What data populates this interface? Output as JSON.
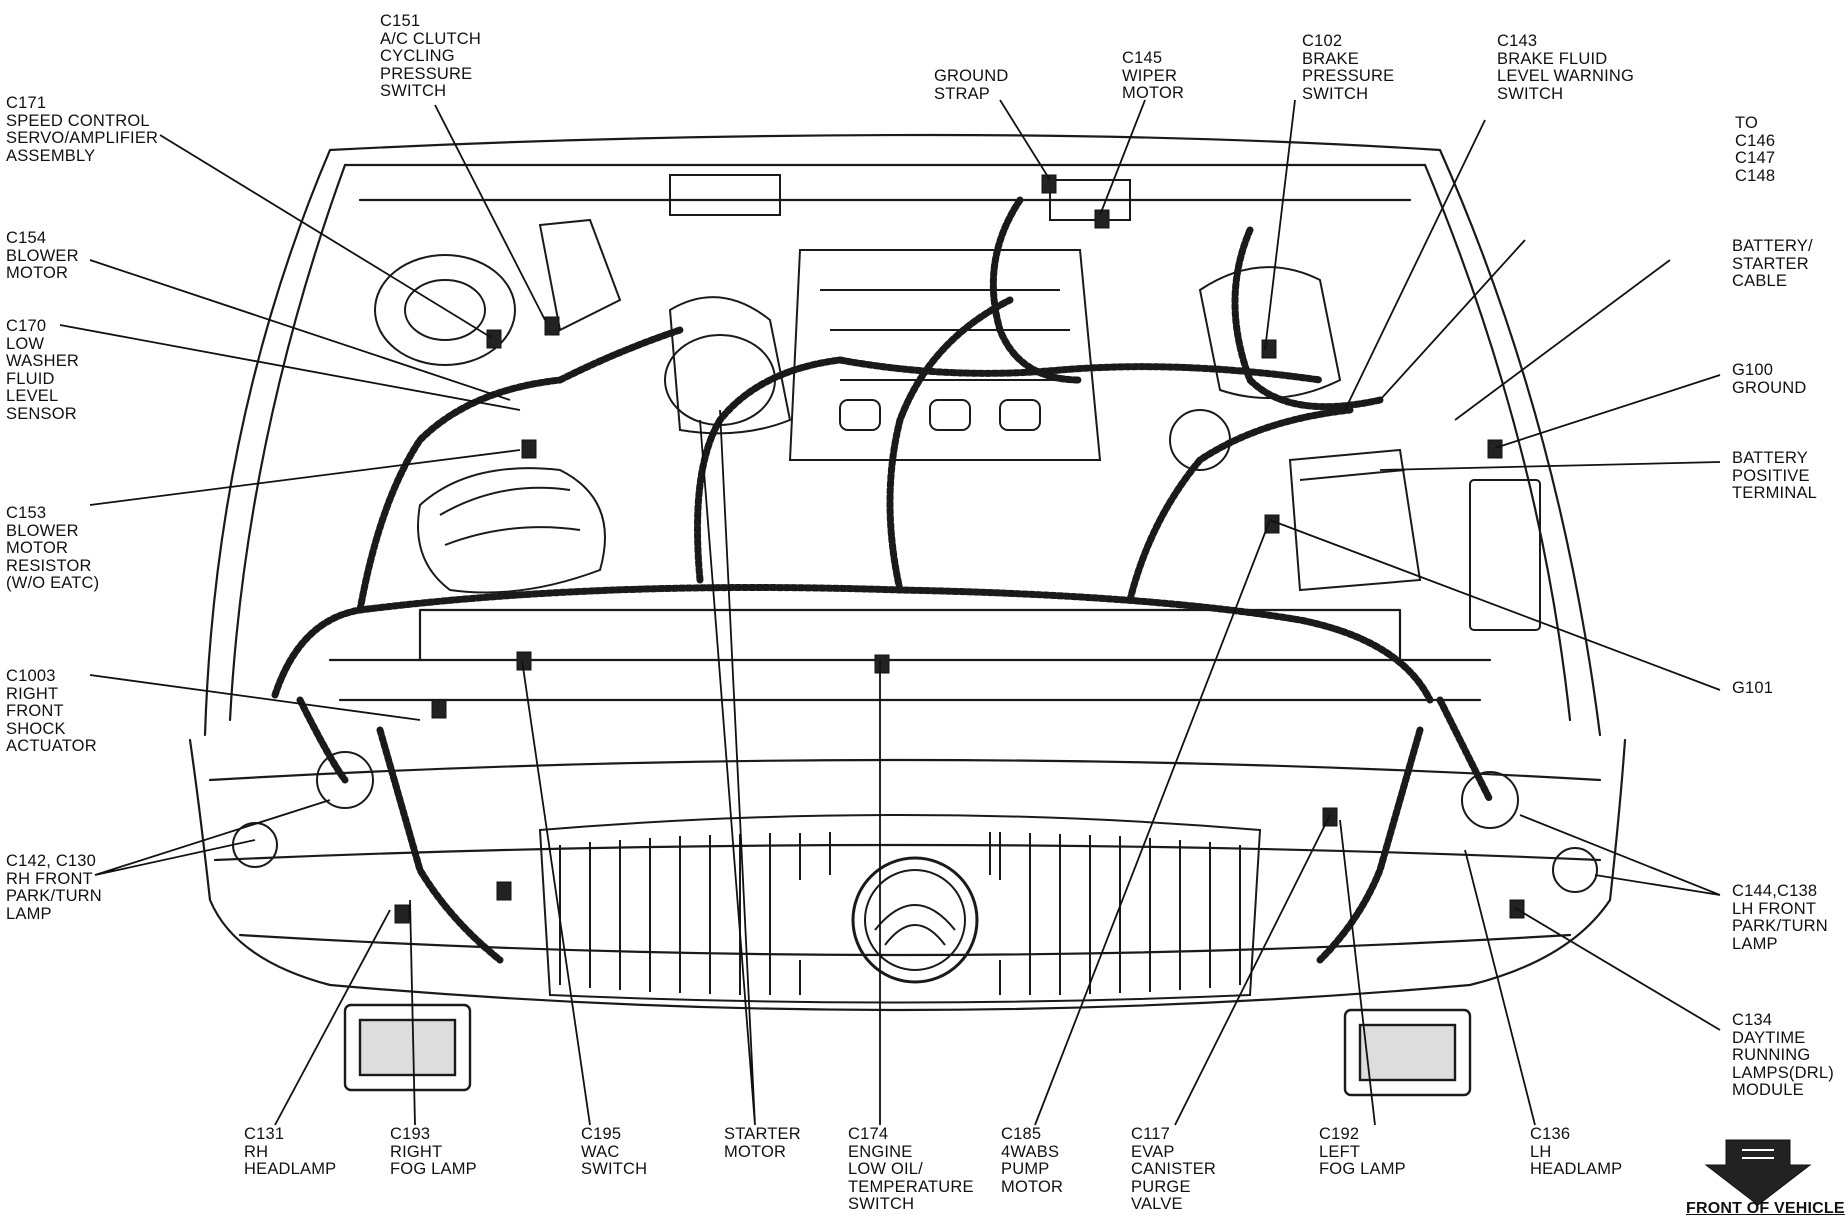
{
  "diagram": {
    "footer": "FRONT OF VEHICLE",
    "callouts": [
      {
        "id": "c151",
        "lines": [
          "C151",
          "A/C CLUTCH",
          "CYCLING",
          "PRESSURE",
          "SWITCH"
        ]
      },
      {
        "id": "c171",
        "lines": [
          "C171",
          "SPEED CONTROL",
          "SERVO/AMPLIFIER",
          "ASSEMBLY"
        ]
      },
      {
        "id": "c154",
        "lines": [
          "C154",
          "BLOWER",
          "MOTOR"
        ]
      },
      {
        "id": "c170",
        "lines": [
          "C170",
          "LOW",
          "WASHER",
          "FLUID",
          "LEVEL",
          "SENSOR"
        ]
      },
      {
        "id": "c153",
        "lines": [
          "C153",
          "BLOWER",
          "MOTOR",
          "RESISTOR",
          "(W/O EATC)"
        ]
      },
      {
        "id": "c1003",
        "lines": [
          "C1003",
          "RIGHT",
          "FRONT",
          "SHOCK",
          "ACTUATOR"
        ]
      },
      {
        "id": "c142",
        "lines": [
          "C142, C130",
          "RH FRONT",
          "PARK/TURN",
          "LAMP"
        ]
      },
      {
        "id": "ground-strap",
        "lines": [
          "GROUND",
          "STRAP"
        ]
      },
      {
        "id": "c145",
        "lines": [
          "C145",
          "WIPER",
          "MOTOR"
        ]
      },
      {
        "id": "c102",
        "lines": [
          "C102",
          "BRAKE",
          "PRESSURE",
          "SWITCH"
        ]
      },
      {
        "id": "c143",
        "lines": [
          "C143",
          "BRAKE FLUID",
          "LEVEL WARNING",
          "SWITCH"
        ]
      },
      {
        "id": "to-c146",
        "lines": [
          "TO",
          "C146",
          "C147",
          "C148"
        ]
      },
      {
        "id": "battery-starter",
        "lines": [
          "BATTERY/",
          "STARTER",
          "CABLE"
        ]
      },
      {
        "id": "g100",
        "lines": [
          "G100",
          "GROUND"
        ]
      },
      {
        "id": "battery-positive",
        "lines": [
          "BATTERY",
          "POSITIVE",
          "TERMINAL"
        ]
      },
      {
        "id": "g101",
        "lines": [
          "G101"
        ]
      },
      {
        "id": "c144",
        "lines": [
          "C144,C138",
          "LH FRONT",
          "PARK/TURN",
          "LAMP"
        ]
      },
      {
        "id": "c134",
        "lines": [
          "C134",
          "DAYTIME",
          "RUNNING",
          "LAMPS(DRL)",
          "MODULE"
        ]
      },
      {
        "id": "c131",
        "lines": [
          "C131",
          "RH",
          "HEADLAMP"
        ]
      },
      {
        "id": "c193",
        "lines": [
          "C193",
          "RIGHT",
          "FOG LAMP"
        ]
      },
      {
        "id": "c195",
        "lines": [
          "C195",
          "WAC",
          "SWITCH"
        ]
      },
      {
        "id": "starter",
        "lines": [
          "STARTER",
          "MOTOR"
        ]
      },
      {
        "id": "c174",
        "lines": [
          "C174",
          "ENGINE",
          "LOW OIL/",
          "TEMPERATURE",
          "SWITCH"
        ]
      },
      {
        "id": "c185",
        "lines": [
          "C185",
          "4WABS",
          "PUMP",
          "MOTOR"
        ]
      },
      {
        "id": "c117",
        "lines": [
          "C117",
          "EVAP",
          "CANISTER",
          "PURGE",
          "VALVE"
        ]
      },
      {
        "id": "c192",
        "lines": [
          "C192",
          "LEFT",
          "FOG LAMP"
        ]
      },
      {
        "id": "c136",
        "lines": [
          "C136",
          "LH",
          "HEADLAMP"
        ]
      }
    ]
  }
}
